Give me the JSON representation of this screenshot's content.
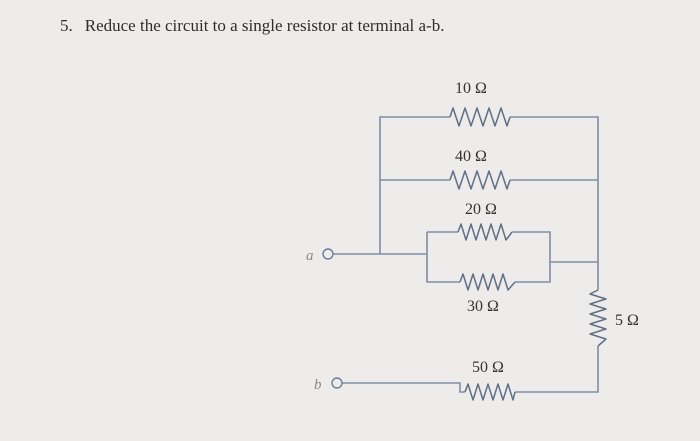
{
  "problem": {
    "number": "5.",
    "text": "Reduce the circuit to a single resistor at terminal a-b."
  },
  "circuit": {
    "resistors": [
      {
        "id": "r10",
        "label": "10 Ω"
      },
      {
        "id": "r40",
        "label": "40 Ω"
      },
      {
        "id": "r20",
        "label": "20 Ω"
      },
      {
        "id": "r30",
        "label": "30 Ω"
      },
      {
        "id": "r5",
        "label": "5 Ω"
      },
      {
        "id": "r50",
        "label": "50 Ω"
      }
    ],
    "terminals": [
      {
        "id": "a",
        "label": "a"
      },
      {
        "id": "b",
        "label": "b"
      }
    ]
  },
  "colors": {
    "background": "#eeeceb",
    "wire": "#7f8ea3",
    "text": "#333333"
  }
}
